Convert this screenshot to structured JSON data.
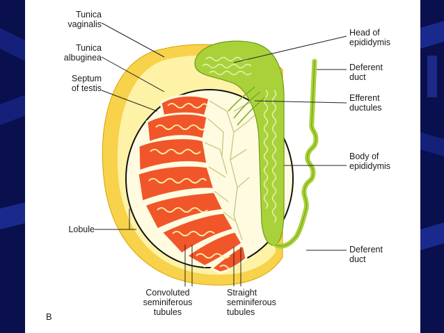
{
  "figure": {
    "panel_letter": "B",
    "labels": {
      "tunica_vaginalis": [
        "Tunica",
        "vaginalis"
      ],
      "tunica_albuginea": [
        "Tunica",
        "albuginea"
      ],
      "septum_of_testis": [
        "Septum",
        "of testis"
      ],
      "lobule": "Lobule",
      "convoluted_tubules": [
        "Convoluted",
        "seminiferous",
        "tubules"
      ],
      "straight_tubules": [
        "Straight",
        "seminiferous",
        "tubules"
      ],
      "head_of_epididymis": [
        "Head of",
        "epididymis"
      ],
      "deferent_duct_top": [
        "Deferent",
        "duct"
      ],
      "efferent_ductules": [
        "Efferent",
        "ductules"
      ],
      "body_of_epididymis": [
        "Body of",
        "epididymis"
      ],
      "deferent_duct_bottom": [
        "Deferent",
        "duct"
      ]
    }
  },
  "colors": {
    "slide_background": "#0a0f4d",
    "panel": "#ffffff",
    "tunica_vaginalis": "#f7d24a",
    "tunica_vaginalis_inner": "#fdf2a6",
    "testis_interior": "#fffbe0",
    "lobule": "#f0562a",
    "tubule": "#fde9a0",
    "epididymis": "#a9d23a",
    "epididymis_tubule": "#e9f3b8"
  }
}
